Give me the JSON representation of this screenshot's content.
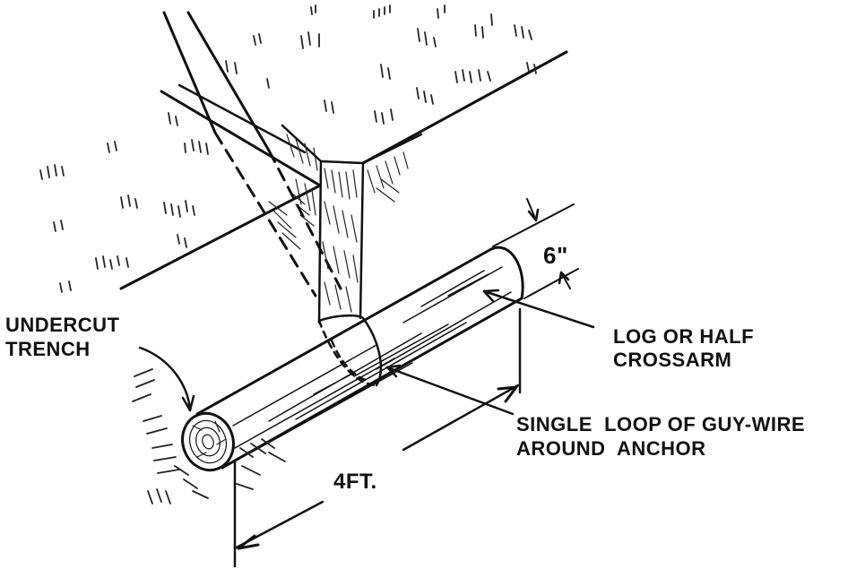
{
  "labels": {
    "undercut_trench": [
      "UNDERCUT",
      "TRENCH"
    ],
    "log": [
      "LOG OR HALF",
      "CROSSARM"
    ],
    "guy_loop": [
      "SINGLE  LOOP OF GUY-WIRE",
      "AROUND  ANCHOR"
    ],
    "length_dimension": "4FT.",
    "diameter_dimension": "6\""
  },
  "colors": {
    "ink": "#111111",
    "paper": "#ffffff"
  }
}
